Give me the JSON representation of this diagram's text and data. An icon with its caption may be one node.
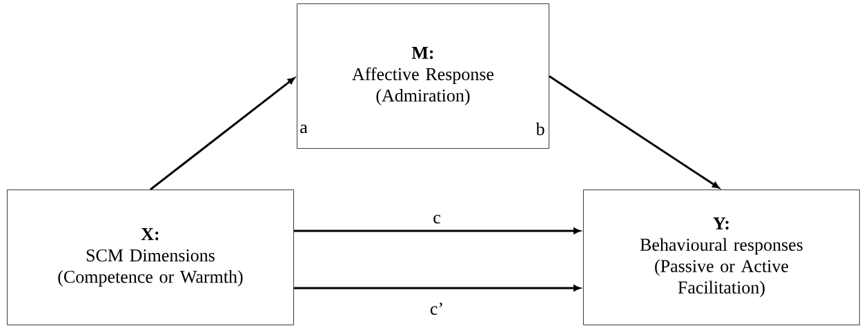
{
  "diagram": {
    "nodes": [
      {
        "text": [
          "M:",
          "Affective Response (Admiration)"
        ]
      },
      {
        "text": [
          "X:",
          "SCM Dimensions (Competence or Warmth)"
        ]
      },
      {
        "text": [
          "Y:",
          "Behavioural responses (Passive or Active Facilitation)"
        ]
      }
    ],
    "edges": [
      {
        "from": 1,
        "to": 0,
        "arrow": "to",
        "label": "a"
      },
      {
        "from": 0,
        "to": 2,
        "arrow": "to",
        "label": "b"
      },
      {
        "from": 1,
        "to": 2,
        "arrow": "to",
        "label": "c"
      },
      {
        "from": 1,
        "to": 2,
        "arrow": "to",
        "label": "c’"
      }
    ]
  }
}
